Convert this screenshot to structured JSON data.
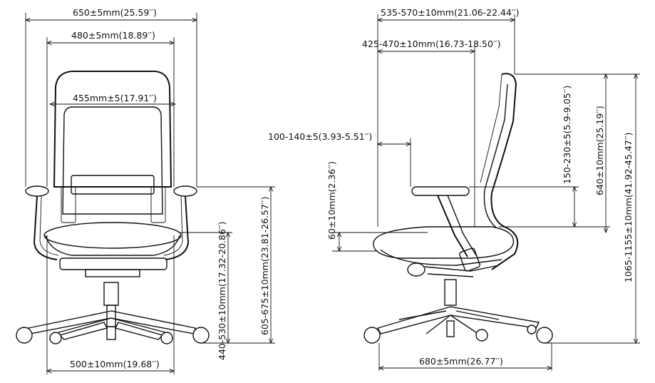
{
  "front_view": {
    "overall_width": "650±5mm(25.59′′)",
    "armrest_width": "480±5mm(18.89′′)",
    "backrest_width": "455mm±5(17.91′′)",
    "seat_width": "500±10mm(19.68′′)",
    "seat_height": "440-530±10mm(17.32-20.86′′)",
    "armrest_height": "605-675±10mm(23.81-26.57′′)"
  },
  "side_view": {
    "overall_depth": "535-570±10mm(21.06-22.44′′)",
    "seat_depth": "425-470±10mm(16.73-18.50′′)",
    "armrest_depth_adjust": "100-140±5(3.93-5.51′′)",
    "seat_thickness": "60±10mm(2.36′′)",
    "armrest_adjust": "150-230±5(5.9-9.05′′)",
    "backrest_height": "640±10mm(25.19′′)",
    "total_height": "1065-1155±10mm(41.92-45.47′′)",
    "base_diameter": "680±5mm(26.77′′)"
  }
}
